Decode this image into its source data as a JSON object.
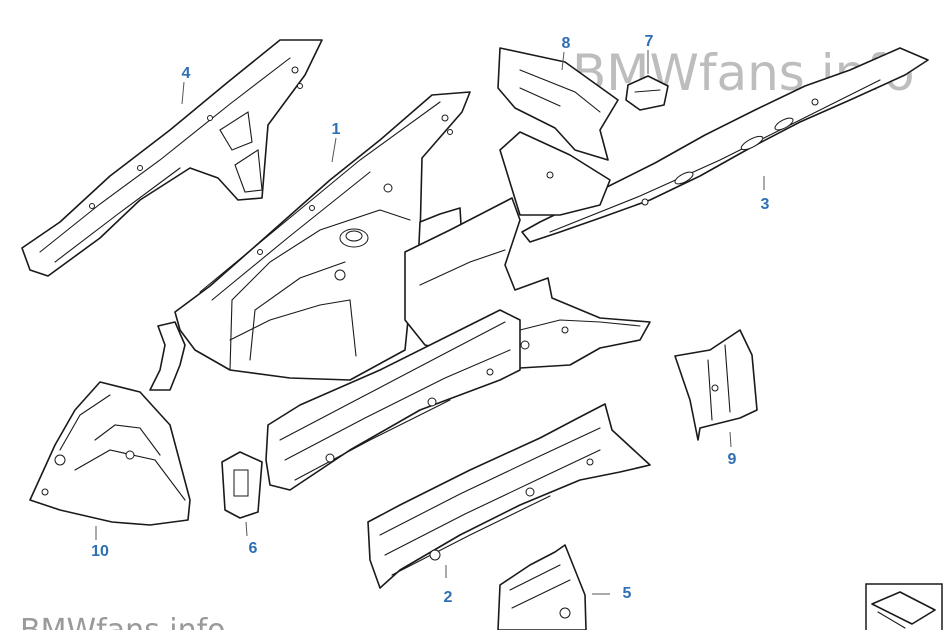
{
  "watermark": {
    "top": "BMWfans.info",
    "bottom_brand": "BMWfans",
    "bottom_tld": ".info"
  },
  "callouts": [
    {
      "id": "1",
      "label": "1"
    },
    {
      "id": "2",
      "label": "2"
    },
    {
      "id": "3",
      "label": "3"
    },
    {
      "id": "4",
      "label": "4"
    },
    {
      "id": "5",
      "label": "5"
    },
    {
      "id": "6",
      "label": "6"
    },
    {
      "id": "7",
      "label": "7"
    },
    {
      "id": "8",
      "label": "8"
    },
    {
      "id": "9",
      "label": "9"
    },
    {
      "id": "10",
      "label": "10"
    }
  ],
  "colors": {
    "callout": "#2f6fb3",
    "line": "#1a1a1a",
    "watermark": "#bdbdbd"
  },
  "nav_icon": "next-page-arrow-icon"
}
